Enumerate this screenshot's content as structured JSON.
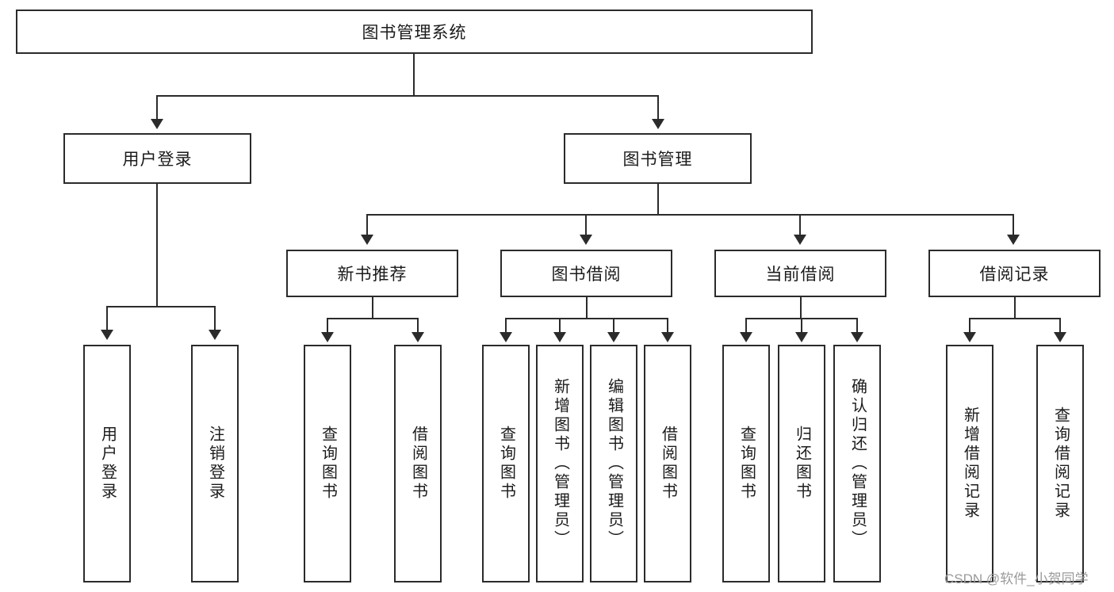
{
  "diagram": {
    "title": "图书管理系统",
    "root": {
      "label": "图书管理系统"
    },
    "level2": [
      {
        "label": "用户登录"
      },
      {
        "label": "图书管理"
      }
    ],
    "level3": [
      {
        "label": "新书推荐"
      },
      {
        "label": "图书借阅"
      },
      {
        "label": "当前借阅"
      },
      {
        "label": "借阅记录"
      }
    ],
    "leaves": {
      "user_login": [
        {
          "label": "用户登录"
        },
        {
          "label": "注销登录"
        }
      ],
      "new_book_recommend": [
        {
          "label": "查询图书"
        },
        {
          "label": "借阅图书"
        }
      ],
      "book_borrow": [
        {
          "label": "查询图书"
        },
        {
          "label": "新增图书（管理员）"
        },
        {
          "label": "编辑图书（管理员）"
        },
        {
          "label": "借阅图书"
        }
      ],
      "current_borrow": [
        {
          "label": "查询图书"
        },
        {
          "label": "归还图书"
        },
        {
          "label": "确认归还（管理员）"
        }
      ],
      "borrow_record": [
        {
          "label": "新增借阅记录"
        },
        {
          "label": "查询借阅记录"
        }
      ]
    }
  },
  "watermark": {
    "text": "CSDN @软件_小贺同学"
  },
  "colors": {
    "stroke": "#2b2b2b",
    "background": "#ffffff",
    "text": "#1b1b1b",
    "watermark": "#9a9a9a"
  }
}
